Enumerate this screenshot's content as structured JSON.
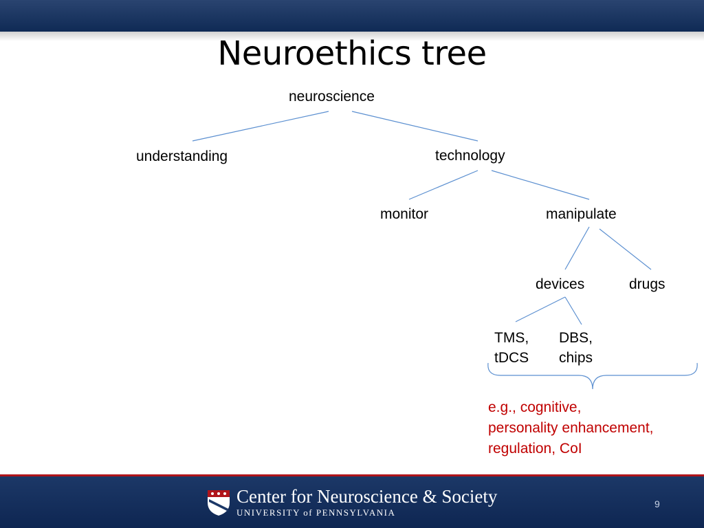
{
  "slide": {
    "title": "Neuroethics tree",
    "page_number": "9"
  },
  "tree": {
    "neuroscience": "neuroscience",
    "understanding": "understanding",
    "technology": "technology",
    "monitor": "monitor",
    "manipulate": "manipulate",
    "devices": "devices",
    "drugs": "drugs",
    "tms_1": "TMS,",
    "tms_2": "tDCS",
    "dbs_1": "DBS,",
    "dbs_2": "chips"
  },
  "note": {
    "line1": "e.g., cognitive,",
    "line2": "personality enhancement,",
    "line3": "regulation, CoI",
    "color": "#c00000"
  },
  "footer": {
    "org_name": "Center for Neuroscience & Society",
    "university": "UNIVERSITY of PENNSYLVANIA"
  },
  "colors": {
    "header": "#1c3867",
    "accent_red": "#b0141a",
    "tree_lines": "#5b8fd0"
  }
}
